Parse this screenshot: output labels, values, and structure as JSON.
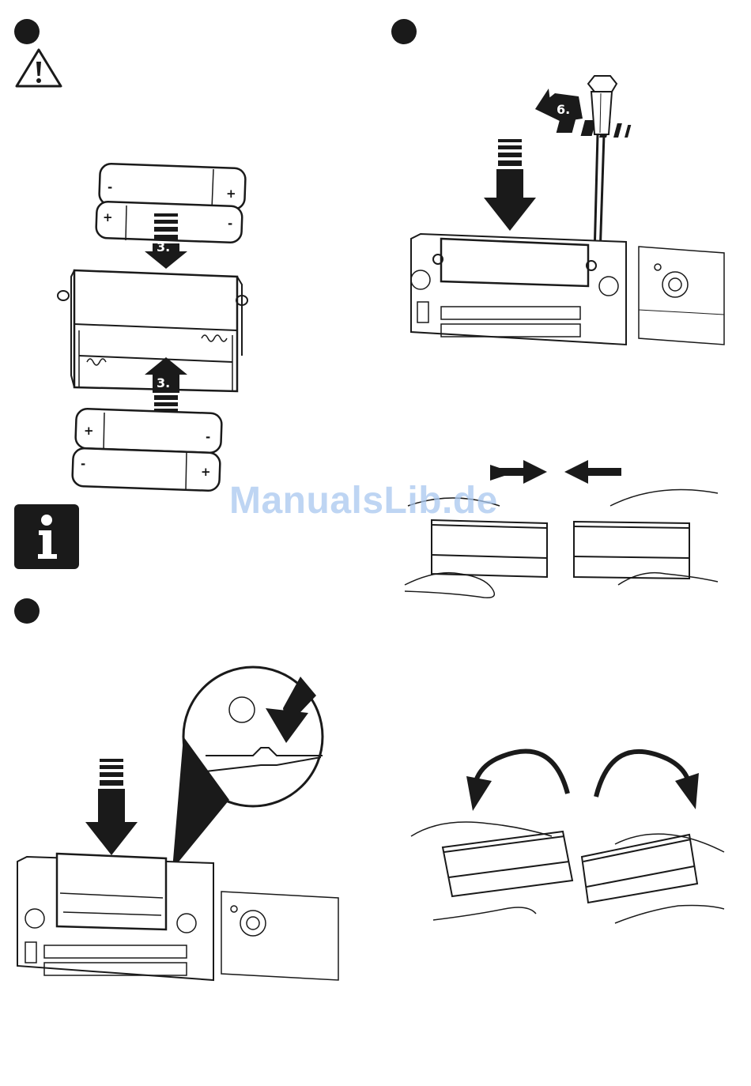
{
  "watermark": "ManualsLib.de",
  "icons": {
    "warning": "warning-triangle-icon",
    "info": "info-icon"
  },
  "batteries": {
    "plus": "+",
    "minus": "-"
  },
  "arrows": {
    "insert_step": "3.",
    "screw_step": "6."
  },
  "colors": {
    "ink": "#1a1a1a",
    "watermark": "#a9c8ef"
  }
}
